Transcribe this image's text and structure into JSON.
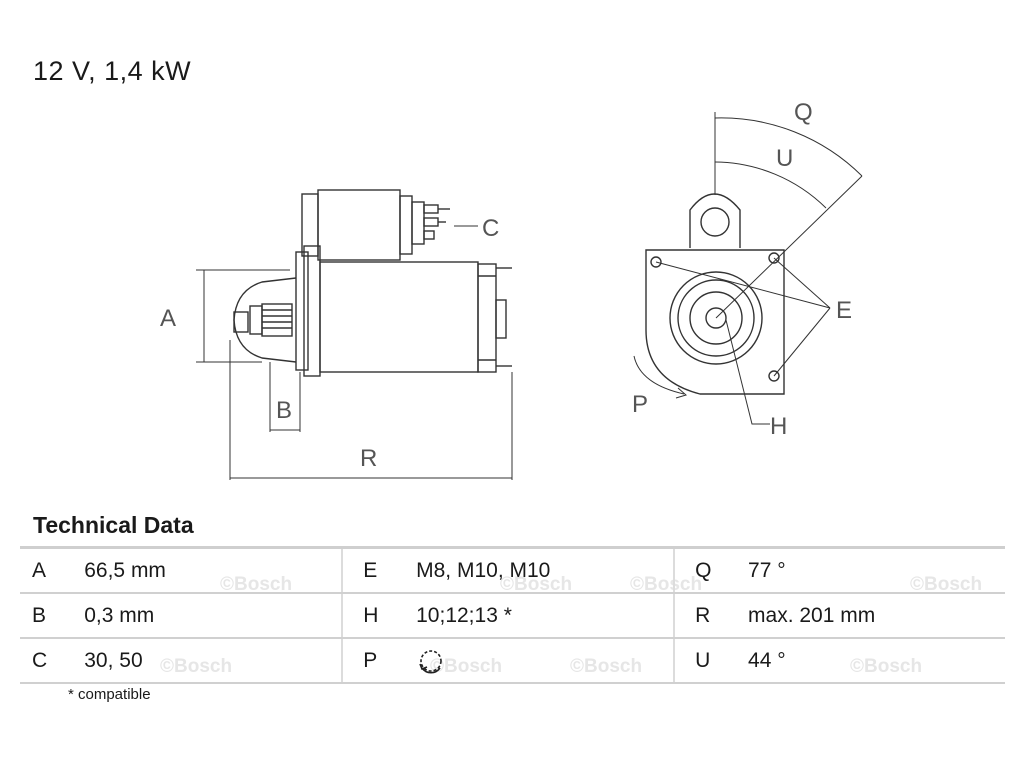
{
  "header": {
    "title": "12 V, 1,4 kW"
  },
  "drawing": {
    "labels": {
      "A": "A",
      "B": "B",
      "C": "C",
      "R": "R",
      "Q": "Q",
      "U": "U",
      "E": "E",
      "P": "P",
      "H": "H"
    }
  },
  "technical_data": {
    "title": "Technical Data",
    "rows": [
      [
        {
          "key": "A",
          "value": "66,5 mm"
        },
        {
          "key": "E",
          "value": "M8, M10, M10"
        },
        {
          "key": "Q",
          "value": "77 °"
        }
      ],
      [
        {
          "key": "B",
          "value": "0,3 mm"
        },
        {
          "key": "H",
          "value": "10;12;13 *"
        },
        {
          "key": "R",
          "value": "max. 201 mm"
        }
      ],
      [
        {
          "key": "C",
          "value": "30, 50"
        },
        {
          "key": "P",
          "value": "",
          "icon": "rotation-direction-icon"
        },
        {
          "key": "U",
          "value": "44 °"
        }
      ]
    ],
    "footnote": "* compatible"
  },
  "watermark": {
    "text": "©Bosch"
  }
}
